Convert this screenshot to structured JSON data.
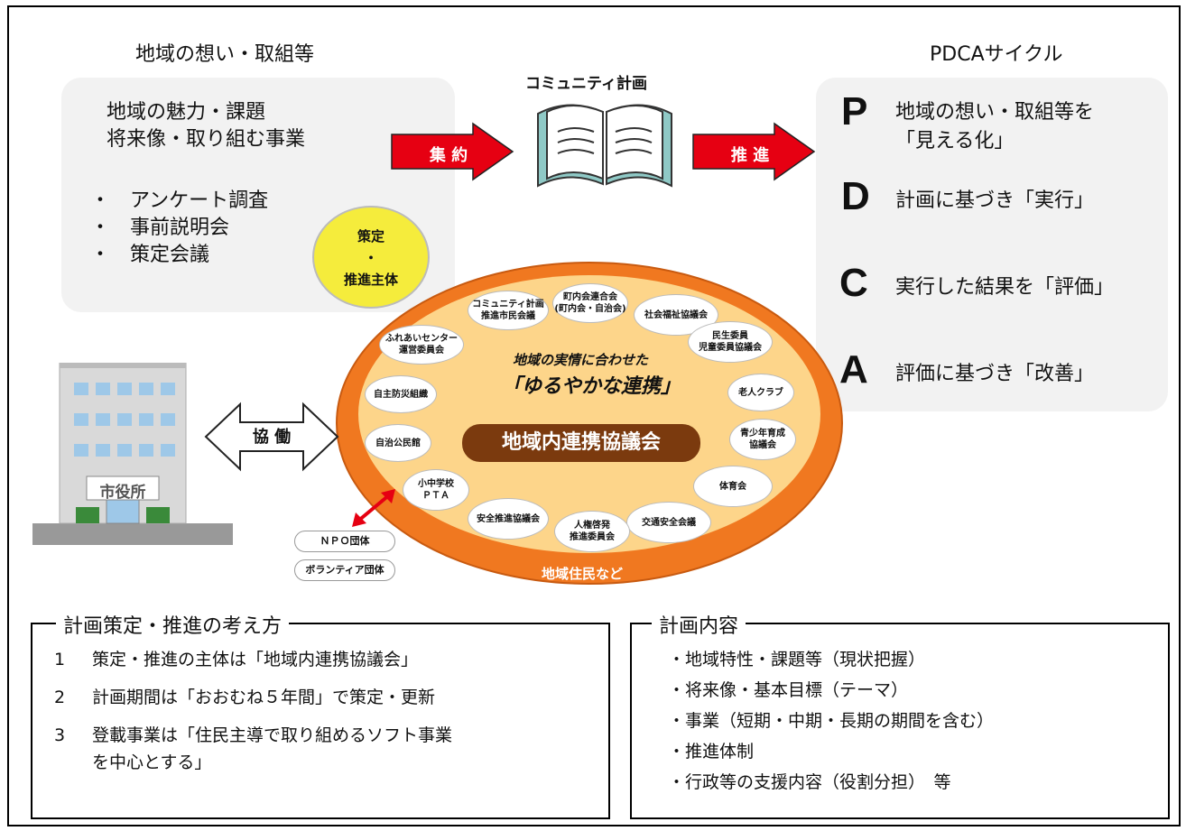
{
  "left_panel": {
    "title": "地域の想い・取組等",
    "line1": "地域の魅力・課題",
    "line2": "将来像・取り組む事業",
    "bullets": [
      "・　アンケート調査",
      "・　事前説明会",
      "・　策定会議"
    ]
  },
  "arrows": {
    "shuyaku": "集 約",
    "suishin": "推 進",
    "kyodo": "協 働"
  },
  "plan": {
    "title": "コミュニティ計画"
  },
  "pdca": {
    "title": "PDCAサイクル",
    "items": [
      {
        "letter": "P",
        "text1": "地域の想い・取組等を",
        "text2": "「見える化」"
      },
      {
        "letter": "D",
        "text1": "計画に基づき「実行」",
        "text2": ""
      },
      {
        "letter": "C",
        "text1": "実行した結果を「評価」",
        "text2": ""
      },
      {
        "letter": "A",
        "text1": "評価に基づき「改善」",
        "text2": ""
      }
    ]
  },
  "badge": {
    "l1": "策定",
    "l2": "・",
    "l3": "推進主体"
  },
  "council": {
    "center": "地域内連携協議会",
    "slogan1": "地域の実情に合わせた",
    "slogan2": "「ゆるやかな連携」",
    "ring": "地域住民など",
    "members": [
      "コミュニティ計画\n推進市民会議",
      "町内会連合会\n(町内会・自治会)",
      "社会福祉協議会",
      "民生委員\n児童委員協議会",
      "老人クラブ",
      "青少年育成\n協議会",
      "体育会",
      "交通安全会議",
      "人権啓発\n推進委員会",
      "安全推進協議会",
      "小中学校\nＰＴＡ",
      "自治公民館",
      "自主防災組織",
      "ふれあいセンター\n運営委員会"
    ],
    "outside": [
      "ＮＰＯ団体",
      "ボランティア団体"
    ]
  },
  "cityhall": {
    "label": "市役所"
  },
  "approach": {
    "title": "計画策定・推進の考え方",
    "items": [
      {
        "num": "1",
        "text": "策定・推進の主体は「地域内連携協議会」"
      },
      {
        "num": "2",
        "text": "計画期間は「おおむね５年間」で策定・更新"
      },
      {
        "num": "3",
        "text": "登載事業は「住民主導で取り組めるソフト事業"
      }
    ],
    "item3_cont": "を中心とする」"
  },
  "contents": {
    "title": "計画内容",
    "items": [
      "・地域特性・課題等（現状把握）",
      "・将来像・基本目標（テーマ）",
      "・事業（短期・中期・長期の期間を含む）",
      "・推進体制",
      "・行政等の支援内容（役割分担）　等"
    ]
  },
  "colors": {
    "panel": "#f2f2f2",
    "arrow_red": "#e60012",
    "ring_orange": "#f07820",
    "inner_fill": "#fdd58a",
    "center_brown": "#7b3a0e",
    "badge_yellow": "#f5ec3c",
    "book_teal": "#8fc9c6"
  }
}
